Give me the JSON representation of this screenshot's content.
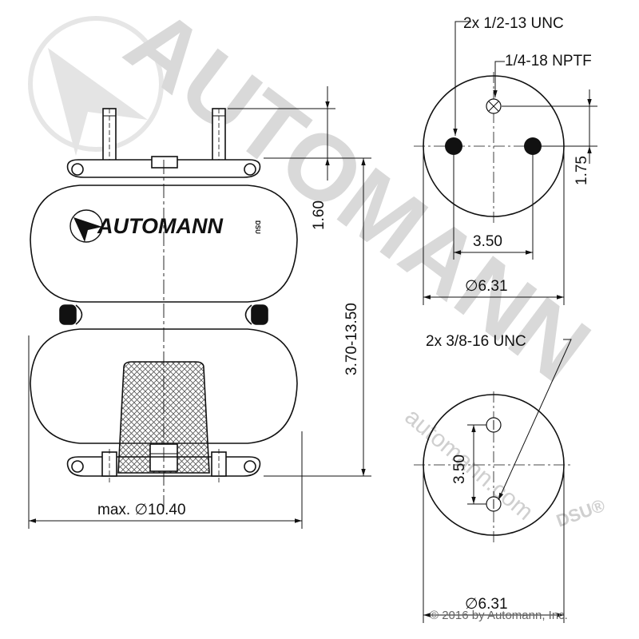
{
  "side_view": {
    "logo_text": "AUTOMANN",
    "logo_suffix": "DSU",
    "height_flange_label": "1.60",
    "height_range_label": "3.70-13.50",
    "diameter_label": "max. ∅10.40"
  },
  "top_plate": {
    "studs_label": "2x 1/2-13 UNC",
    "port_label": "1/4-18 NPTF",
    "offset_label": "1.75",
    "spacing_label": "3.50",
    "diameter_label": "∅6.31"
  },
  "bottom_plate": {
    "bolts_label": "2x 3/8-16 UNC",
    "spacing_label": "3.50",
    "diameter_label": "∅6.31"
  },
  "watermark": {
    "brand": "AUTOMANN",
    "url": "automann.com",
    "suffix": "DSU®"
  },
  "footer": {
    "copyright": "© 2016 by Automann, Inc."
  },
  "colors": {
    "line": "#111111",
    "watermark": "#d9d9d9",
    "hatch": "#555555"
  }
}
